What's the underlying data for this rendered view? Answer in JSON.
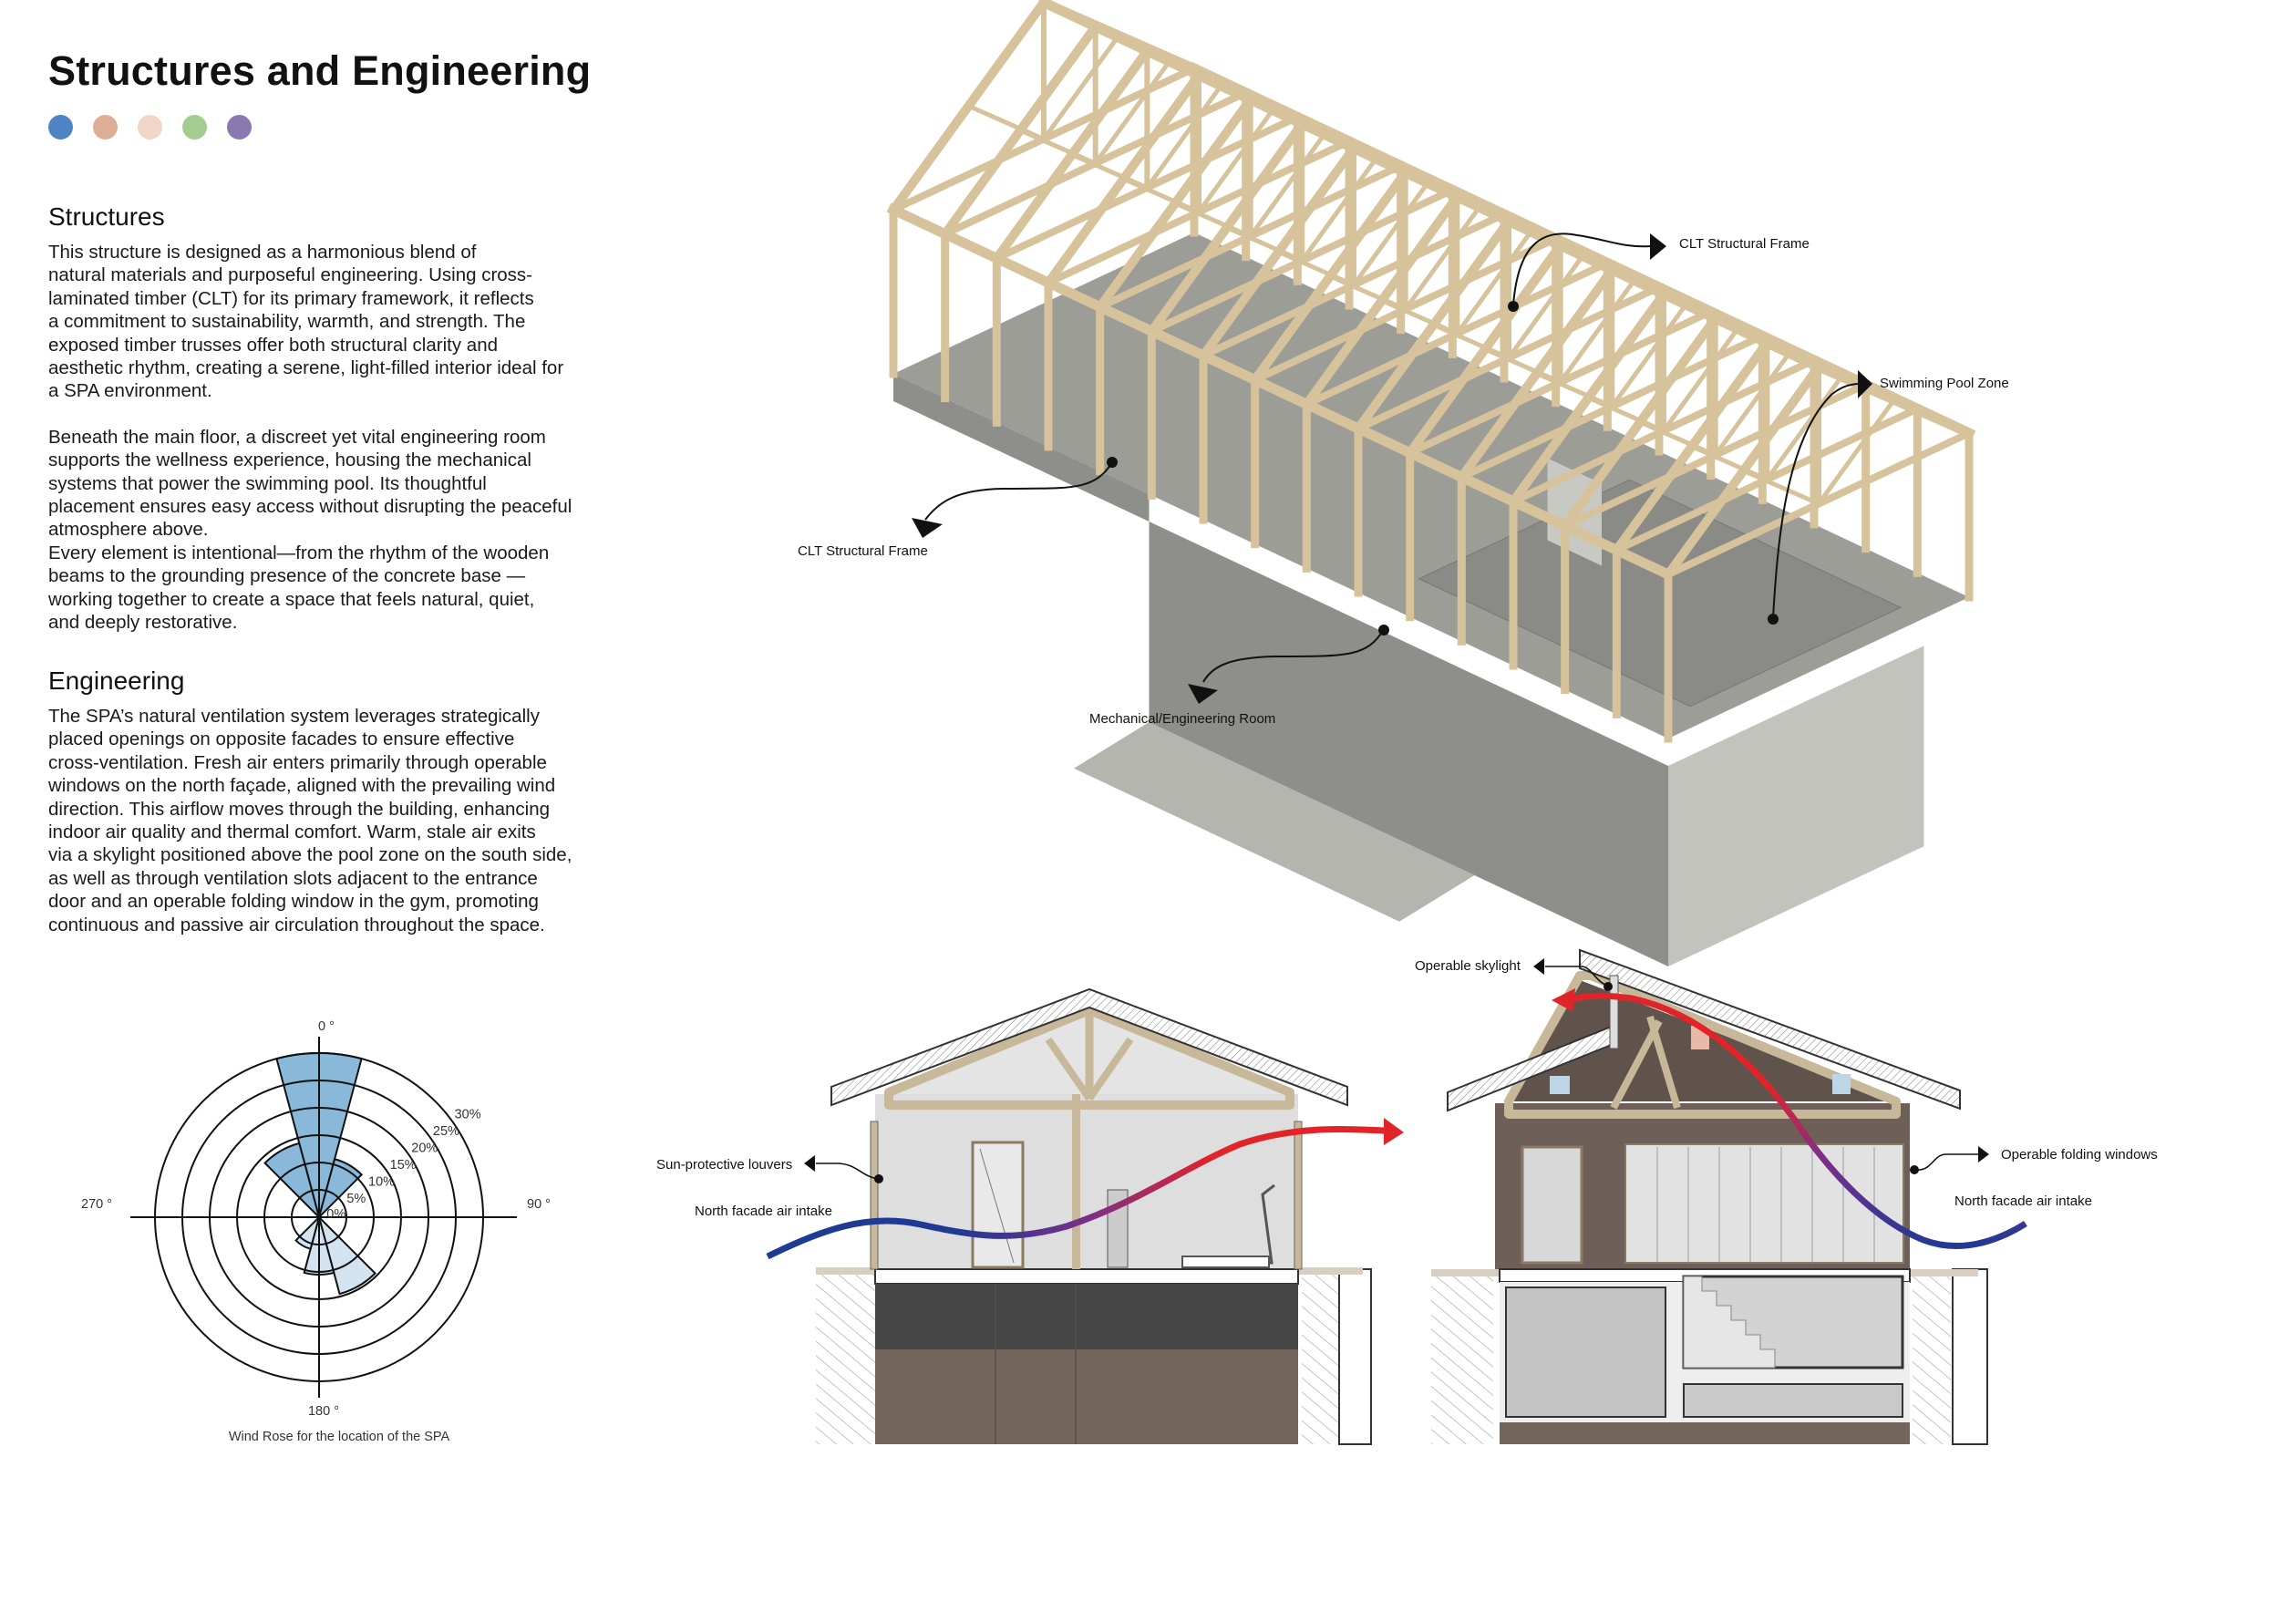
{
  "header": {
    "title": "Structures and Engineering",
    "palette": [
      "#4e84c4",
      "#dcae95",
      "#f2d6c5",
      "#a4cc90",
      "#8a78b0"
    ]
  },
  "structures": {
    "heading": "Structures",
    "paragraphs": [
      [
        "This structure is designed as a harmonious blend of",
        "natural materials and purposeful engineering. Using cross-",
        "laminated timber (CLT) for its primary framework, it reflects",
        "a commitment to sustainability, warmth, and strength. The",
        "exposed timber trusses offer both structural clarity and",
        "aesthetic rhythm, creating a serene, light-filled interior ideal for",
        "a SPA environment."
      ],
      [
        "Beneath the main floor, a discreet yet vital engineering room",
        "supports the wellness experience, housing the mechanical",
        "systems that power the swimming pool. Its thoughtful",
        "placement ensures easy access without disrupting the peaceful",
        "atmosphere above.",
        "Every element is intentional—from the rhythm of the wooden",
        "beams to the grounding presence of the concrete base —",
        "working together to create a space that feels natural, quiet,",
        "and deeply restorative."
      ]
    ]
  },
  "engineering": {
    "heading": "Engineering",
    "paragraphs": [
      [
        "The SPA’s natural ventilation system leverages strategically",
        "placed openings on opposite facades to ensure effective",
        "cross-ventilation. Fresh air enters primarily through operable",
        "windows on the north façade, aligned with the prevailing wind",
        "direction. This airflow moves through the building, enhancing",
        "indoor air quality and thermal comfort. Warm, stale air exits",
        "via a skylight positioned above the pool zone on the south side,",
        "as well as through ventilation slots adjacent to the entrance",
        "door and an operable folding window in the gym, promoting",
        "continuous and passive air circulation throughout the space."
      ]
    ]
  },
  "axonometric": {
    "labels": {
      "clt_frame_top": "CLT Structural Frame",
      "pool_zone": "Swimming Pool Zone",
      "clt_frame_left": "CLT Structural Frame",
      "mech_room": "Mechanical/Engineering Room"
    },
    "colors": {
      "timber": "#d7c39b",
      "timber_edge": "#a8916a",
      "concrete_top": "#9d9d98",
      "concrete_side": "#8e8e8a",
      "concrete_light": "#c3c3bd"
    }
  },
  "sections": {
    "left": {
      "louvers": "Sun-protective louvers",
      "intake": "North facade air intake"
    },
    "right": {
      "skylight": "Operable skylight",
      "folding": "Operable folding windows",
      "intake": "North facade air intake"
    },
    "colors": {
      "cold_air": "#1f3a93",
      "mixed_air": "#7a2f8a",
      "warm_air": "#e0242a"
    }
  },
  "chart_data": {
    "type": "polar-bar",
    "title": "Wind Rose for the location of the SPA",
    "angle_labels": [
      {
        "deg": 0,
        "text": "0 °"
      },
      {
        "deg": 90,
        "text": "90 °"
      },
      {
        "deg": 180,
        "text": "180 °"
      },
      {
        "deg": 270,
        "text": "270 °"
      }
    ],
    "radial_ticks": [
      0,
      5,
      10,
      15,
      20,
      25,
      30
    ],
    "radial_tick_labels": [
      "0%",
      "5%",
      "10%",
      "15%",
      "20%",
      "25%",
      "30%"
    ],
    "rlim": [
      0,
      30
    ],
    "sector_width_deg": 30,
    "sectors": [
      {
        "direction_deg": 0,
        "value": 30,
        "color": "#8ab8d8"
      },
      {
        "direction_deg": 330,
        "value": 14,
        "color": "#8ab8d8"
      },
      {
        "direction_deg": 30,
        "value": 11,
        "color": "#8ab8d8"
      },
      {
        "direction_deg": 150,
        "value": 14.5,
        "color": "#d3e4f0"
      },
      {
        "direction_deg": 180,
        "value": 10.5,
        "color": "#d3e4f0"
      },
      {
        "direction_deg": 210,
        "value": 6,
        "color": "#d3e4f0"
      }
    ]
  }
}
